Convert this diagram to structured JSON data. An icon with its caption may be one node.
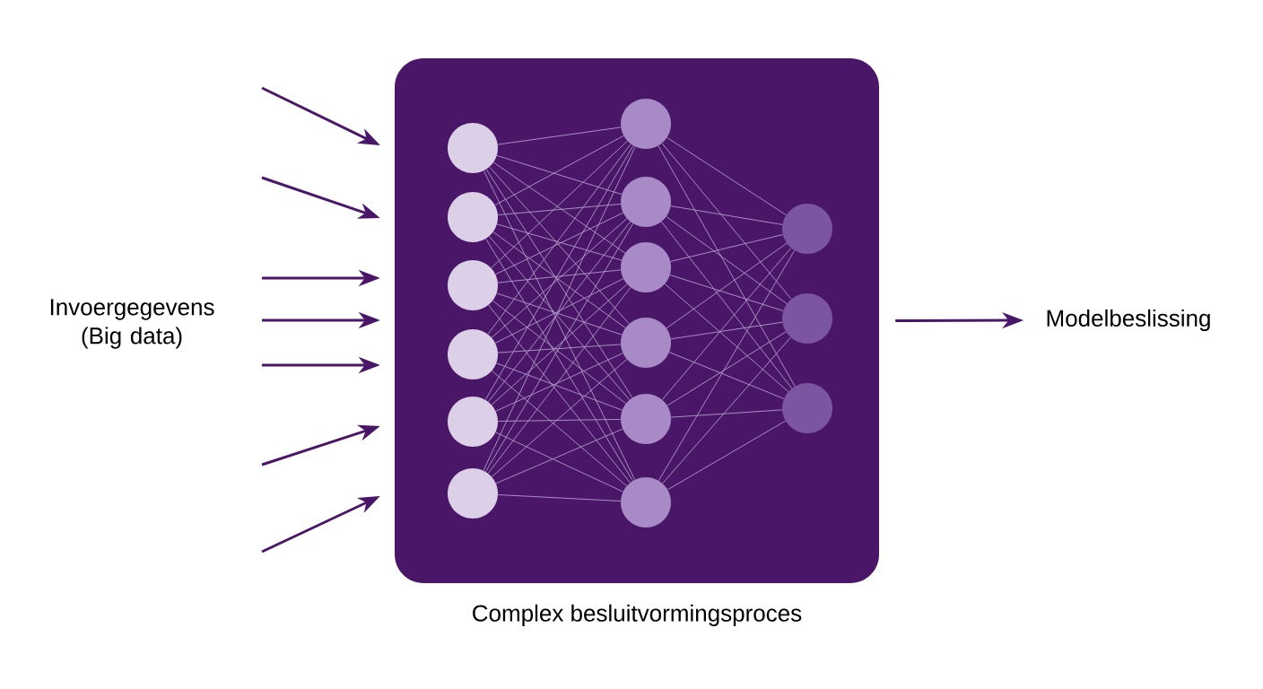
{
  "diagram": {
    "nodes": [
      {
        "text": [],
        "shape": "box",
        "beside": [
          "Complex besluitvormingsproces"
        ]
      },
      {
        "text": [],
        "shape": "circle",
        "in": 0
      },
      {
        "text": [],
        "shape": "circle",
        "in": 0
      },
      {
        "text": [],
        "shape": "circle",
        "in": 0
      },
      {
        "text": [],
        "shape": "circle",
        "in": 0
      },
      {
        "text": [],
        "shape": "circle",
        "in": 0
      },
      {
        "text": [],
        "shape": "circle",
        "in": 0
      },
      {
        "text": [],
        "shape": "circle",
        "in": 0
      },
      {
        "text": [],
        "shape": "circle",
        "in": 0
      },
      {
        "text": [],
        "shape": "circle",
        "in": 0
      },
      {
        "text": [],
        "shape": "circle",
        "in": 0
      },
      {
        "text": [],
        "shape": "circle",
        "in": 0
      },
      {
        "text": [],
        "shape": "circle",
        "in": 0
      },
      {
        "text": [],
        "shape": "circle",
        "in": 0
      },
      {
        "text": [],
        "shape": "circle",
        "in": 0
      },
      {
        "text": [],
        "shape": "circle",
        "in": 0
      },
      {
        "text": [
          "Modelbeslissing"
        ]
      }
    ],
    "edges": [
      {
        "from": 1,
        "to": 7,
        "arrow": "none"
      },
      {
        "from": 1,
        "to": 8,
        "arrow": "none"
      },
      {
        "from": 1,
        "to": 9,
        "arrow": "none"
      },
      {
        "from": 1,
        "to": 10,
        "arrow": "none"
      },
      {
        "from": 1,
        "to": 11,
        "arrow": "none"
      },
      {
        "from": 1,
        "to": 12,
        "arrow": "none"
      },
      {
        "from": 2,
        "to": 7,
        "arrow": "none"
      },
      {
        "from": 2,
        "to": 8,
        "arrow": "none"
      },
      {
        "from": 2,
        "to": 9,
        "arrow": "none"
      },
      {
        "from": 2,
        "to": 10,
        "arrow": "none"
      },
      {
        "from": 2,
        "to": 11,
        "arrow": "none"
      },
      {
        "from": 2,
        "to": 12,
        "arrow": "none"
      },
      {
        "from": 3,
        "to": 7,
        "arrow": "none"
      },
      {
        "from": 3,
        "to": 8,
        "arrow": "none"
      },
      {
        "from": 3,
        "to": 9,
        "arrow": "none"
      },
      {
        "from": 3,
        "to": 10,
        "arrow": "none"
      },
      {
        "from": 3,
        "to": 11,
        "arrow": "none"
      },
      {
        "from": 3,
        "to": 12,
        "arrow": "none"
      },
      {
        "from": 4,
        "to": 7,
        "arrow": "none"
      },
      {
        "from": 4,
        "to": 8,
        "arrow": "none"
      },
      {
        "from": 4,
        "to": 9,
        "arrow": "none"
      },
      {
        "from": 4,
        "to": 10,
        "arrow": "none"
      },
      {
        "from": 4,
        "to": 11,
        "arrow": "none"
      },
      {
        "from": 4,
        "to": 12,
        "arrow": "none"
      },
      {
        "from": 5,
        "to": 7,
        "arrow": "none"
      },
      {
        "from": 5,
        "to": 8,
        "arrow": "none"
      },
      {
        "from": 5,
        "to": 9,
        "arrow": "none"
      },
      {
        "from": 5,
        "to": 10,
        "arrow": "none"
      },
      {
        "from": 5,
        "to": 11,
        "arrow": "none"
      },
      {
        "from": 5,
        "to": 12,
        "arrow": "none"
      },
      {
        "from": 6,
        "to": 7,
        "arrow": "none"
      },
      {
        "from": 6,
        "to": 8,
        "arrow": "none"
      },
      {
        "from": 6,
        "to": 9,
        "arrow": "none"
      },
      {
        "from": 6,
        "to": 10,
        "arrow": "none"
      },
      {
        "from": 6,
        "to": 11,
        "arrow": "none"
      },
      {
        "from": 6,
        "to": 12,
        "arrow": "none"
      },
      {
        "from": 7,
        "to": 13,
        "arrow": "none"
      },
      {
        "from": 7,
        "to": 14,
        "arrow": "none"
      },
      {
        "from": 7,
        "to": 15,
        "arrow": "none"
      },
      {
        "from": 8,
        "to": 13,
        "arrow": "none"
      },
      {
        "from": 8,
        "to": 14,
        "arrow": "none"
      },
      {
        "from": 8,
        "to": 15,
        "arrow": "none"
      },
      {
        "from": 9,
        "to": 13,
        "arrow": "none"
      },
      {
        "from": 9,
        "to": 14,
        "arrow": "none"
      },
      {
        "from": 9,
        "to": 15,
        "arrow": "none"
      },
      {
        "from": 10,
        "to": 13,
        "arrow": "none"
      },
      {
        "from": 10,
        "to": 14,
        "arrow": "none"
      },
      {
        "from": 10,
        "to": 15,
        "arrow": "none"
      },
      {
        "from": 11,
        "to": 13,
        "arrow": "none"
      },
      {
        "from": 11,
        "to": 14,
        "arrow": "none"
      },
      {
        "from": 11,
        "to": 15,
        "arrow": "none"
      },
      {
        "from": 12,
        "to": 13,
        "arrow": "none"
      },
      {
        "from": 12,
        "to": 14,
        "arrow": "none"
      },
      {
        "from": 12,
        "to": 15,
        "arrow": "none"
      },
      {
        "from": null,
        "to": 0,
        "arrow": "to",
        "color": "#4a1668"
      },
      {
        "from": null,
        "to": 0,
        "arrow": "to",
        "color": "#4a1668"
      },
      {
        "from": null,
        "to": 0,
        "arrow": "to",
        "color": "#4a1668"
      },
      {
        "from": null,
        "to": 0,
        "arrow": "to",
        "color": "#4a1668"
      },
      {
        "from": null,
        "to": 0,
        "arrow": "to",
        "color": "#4a1668"
      },
      {
        "from": null,
        "to": 0,
        "arrow": "to",
        "color": "#4a1668"
      },
      {
        "from": null,
        "to": 0,
        "arrow": "to",
        "color": "#4a1668"
      },
      {
        "from": 0,
        "to": 16,
        "arrow": "to",
        "color": "#4a1668"
      }
    ],
    "labels": [
      "Invoergegevens (Big data)"
    ]
  }
}
